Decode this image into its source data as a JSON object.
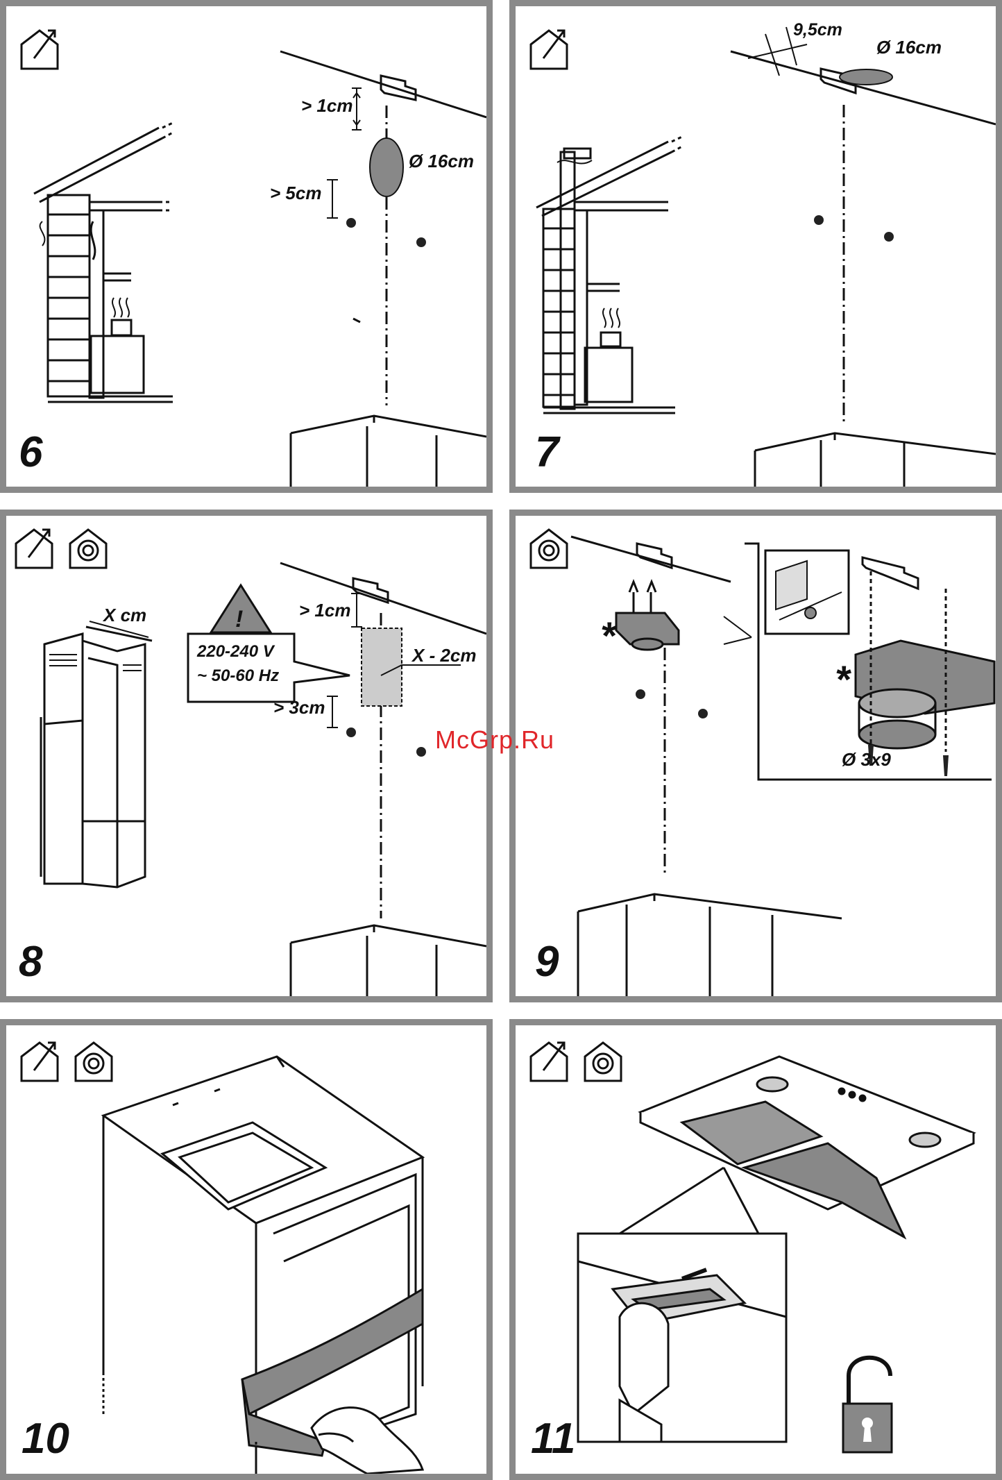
{
  "watermark": "McGrp.Ru",
  "panels": {
    "p6": {
      "step": "6",
      "gap_top": "> 1cm",
      "gap_mid": "> 5cm",
      "hole": "Ø 16cm"
    },
    "p7": {
      "step": "7",
      "offset": "9,5cm",
      "hole": "Ø 16cm"
    },
    "p8": {
      "step": "8",
      "width": "X cm",
      "voltage": "220-240 V",
      "frequency": "~ 50-60 Hz",
      "socket_width": "X - 2cm",
      "gap_top": "> 1cm",
      "gap_low": "> 3cm",
      "warning": "!"
    },
    "p9": {
      "step": "9",
      "asterisk": "*",
      "asterisk2": "*",
      "screw": "Ø 3x9"
    },
    "p10": {
      "step": "10"
    },
    "p11": {
      "step": "11"
    }
  },
  "colors": {
    "frame": "#8a8a8a",
    "fill_grey": "#8c8c8c",
    "watermark": "#e0262a"
  }
}
